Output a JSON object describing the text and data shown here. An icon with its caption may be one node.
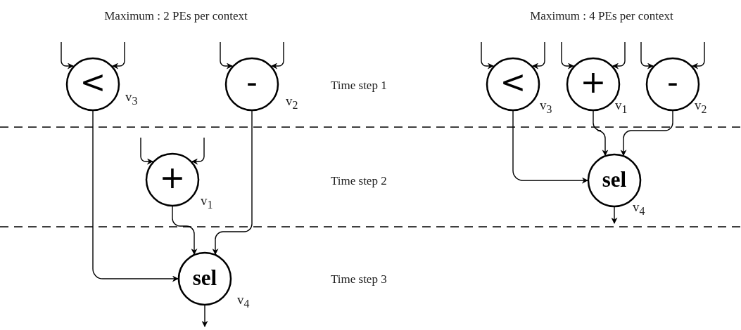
{
  "diagram": {
    "nodes": [
      {
        "text": [
          "<"
        ],
        "beside": [
          "v$_{3}$"
        ]
      },
      {
        "text": [
          "-"
        ],
        "beside": [
          "v$_{2}$"
        ]
      },
      {
        "text": [
          "+"
        ],
        "beside": [
          "v$_{1}$"
        ]
      },
      {
        "text": [
          "sel"
        ],
        "beside": [
          "v$_{4}$"
        ]
      },
      {
        "text": [
          "<"
        ],
        "beside": [
          "v$_{3}$"
        ]
      },
      {
        "text": [
          "+"
        ],
        "beside": [
          "v$_{1}$"
        ]
      },
      {
        "text": [
          "-"
        ],
        "beside": [
          "v$_{2}$"
        ]
      },
      {
        "text": [
          "sel"
        ],
        "beside": [
          "v$_{4}$"
        ]
      }
    ],
    "edges": [
      {
        "from": null,
        "to": 0,
        "arrow": "to"
      },
      {
        "from": null,
        "to": 0,
        "arrow": "to"
      },
      {
        "from": null,
        "to": 1,
        "arrow": "to"
      },
      {
        "from": null,
        "to": 1,
        "arrow": "to"
      },
      {
        "from": null,
        "to": 2,
        "arrow": "to"
      },
      {
        "from": null,
        "to": 2,
        "arrow": "to"
      },
      {
        "from": 0,
        "to": 3,
        "arrow": "to"
      },
      {
        "from": 2,
        "to": 3,
        "arrow": "to"
      },
      {
        "from": 1,
        "to": 3,
        "arrow": "to"
      },
      {
        "from": 3,
        "to": null,
        "arrow": "to"
      },
      {
        "from": null,
        "to": 4,
        "arrow": "to"
      },
      {
        "from": null,
        "to": 4,
        "arrow": "to"
      },
      {
        "from": null,
        "to": 5,
        "arrow": "to"
      },
      {
        "from": null,
        "to": 5,
        "arrow": "to"
      },
      {
        "from": null,
        "to": 6,
        "arrow": "to"
      },
      {
        "from": null,
        "to": 6,
        "arrow": "to"
      },
      {
        "from": 4,
        "to": 7,
        "arrow": "to"
      },
      {
        "from": 5,
        "to": 7,
        "arrow": "to"
      },
      {
        "from": 6,
        "to": 7,
        "arrow": "to"
      },
      {
        "from": 7,
        "to": null,
        "arrow": "to"
      }
    ],
    "labels": [
      "Maximum : 2 PEs per context",
      "Maximum : 4 PEs per context",
      "Time step 1",
      "Time step 2",
      "Time step 3"
    ]
  }
}
